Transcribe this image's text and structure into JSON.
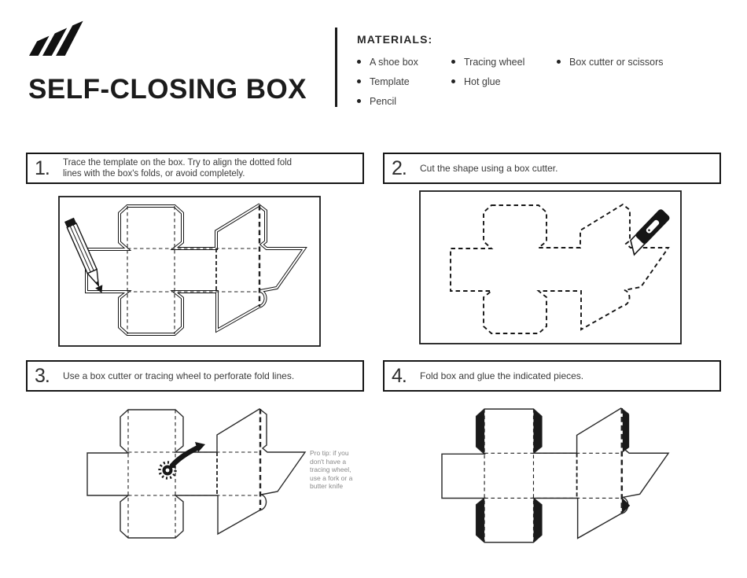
{
  "header": {
    "logo": "adidas-logo",
    "title": "SELF-CLOSING BOX",
    "materials_label": "MATERIALS:",
    "bullet": "•",
    "materials_columns": [
      {
        "items": [
          "A shoe box",
          "Template",
          "Pencil"
        ]
      },
      {
        "items": [
          "Tracing wheel",
          "Hot glue"
        ]
      },
      {
        "items": [
          "Box cutter or scissors"
        ]
      }
    ]
  },
  "steps": [
    {
      "number": "1.",
      "text": "Trace the template on the box. Try to align the dotted fold lines with the box's folds, or avoid completely."
    },
    {
      "number": "2.",
      "text": "Cut the shape using a box cutter."
    },
    {
      "number": "3.",
      "text": "Use a box cutter or tracing wheel to perforate fold lines."
    },
    {
      "number": "4.",
      "text": "Fold box and glue the indicated pieces."
    }
  ],
  "pro_tip": "Pro tip: if you don't have a tracing wheel, use a fork or a butter knife",
  "icons": {
    "brand": "adidas-logo",
    "step1": "pencil-icon",
    "step2": "box-cutter-icon",
    "step3": "tracing-wheel-icon"
  },
  "colors": {
    "ink": "#1a1a1a",
    "body_text": "#3a3a3a",
    "tip_text": "#8a8a8a"
  }
}
